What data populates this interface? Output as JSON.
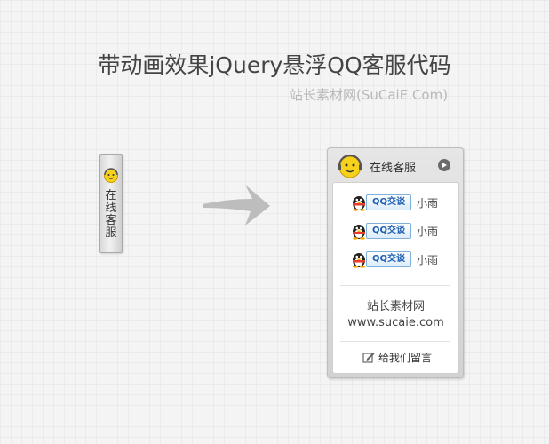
{
  "header": {
    "title": "带动画效果jQuery悬浮QQ客服代码",
    "subtitle": "站长素材网(SuCaiE.Com)"
  },
  "collapsed_tab": {
    "label": "在线客服",
    "icon": "smiley-headset-icon"
  },
  "arrow_icon": "right-arrow-icon",
  "panel": {
    "title": "在线客服",
    "icon": "smiley-headset-icon",
    "close_icon": "chevron-right-icon",
    "qq_button_label": "QQ交谈",
    "contacts": [
      {
        "name": "小雨"
      },
      {
        "name": "小雨"
      },
      {
        "name": "小雨"
      }
    ],
    "site_name": "站长素材网",
    "site_url": "www.sucaie.com",
    "message_label": "给我们留言",
    "message_icon": "edit-icon"
  },
  "colors": {
    "smiley": "#f7d21c",
    "qq_button_border": "#7eb0dc",
    "qq_button_text": "#1d5fb0"
  }
}
